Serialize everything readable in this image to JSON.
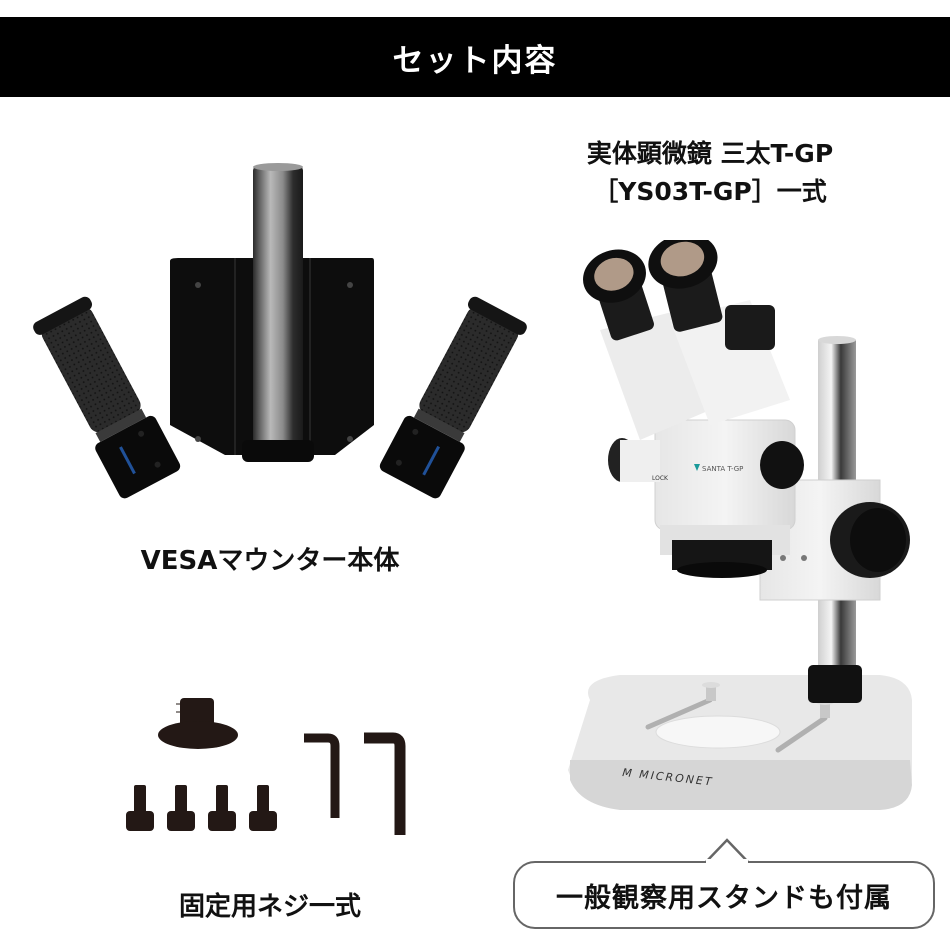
{
  "header": {
    "title": "セット内容"
  },
  "items": {
    "vesa_mount": {
      "caption": "VESAマウンター本体",
      "image_alt": "VESA mounter body with two grip handles and central pole"
    },
    "microscope": {
      "title_line1": "実体顕微鏡 三太T-GP",
      "title_line2": "［YS03T-GP］一式",
      "brand_label": "MICRONET",
      "head_label": "SANTA T-GP",
      "lock_label": "LOCK"
    },
    "screws": {
      "caption": "固定用ネジ一式",
      "screw_count": 4,
      "hex_key_count": 2
    },
    "stand_note": {
      "text": "一般観察用スタンドも付属"
    }
  },
  "colors": {
    "header_bg": "#000000",
    "header_text": "#ffffff",
    "text": "#111111",
    "bubble_border": "#666666",
    "accent_blue": "#2a6fd6"
  }
}
